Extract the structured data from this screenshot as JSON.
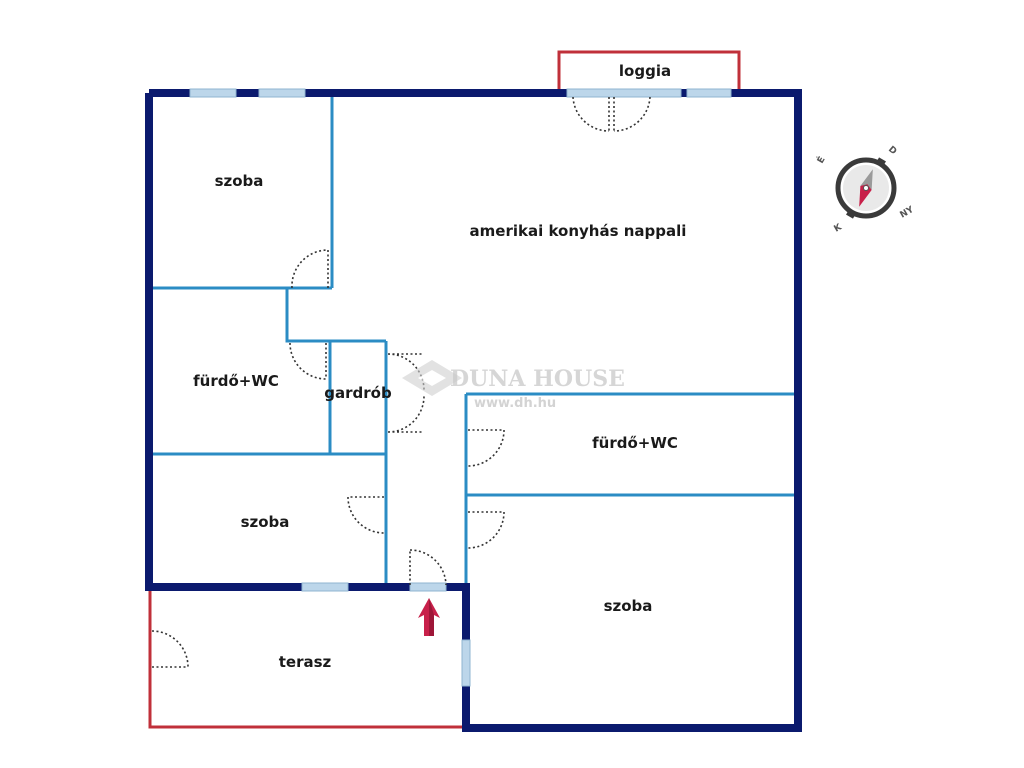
{
  "colors": {
    "outer_wall": "#0b1a6e",
    "inner_wall": "#2b8cc4",
    "outdoor_wall": "#c0303a",
    "window": "#bcd6ea",
    "arrow": "#c8204a"
  },
  "rooms": {
    "loggia": "loggia",
    "living_kitchen": "amerikai konyhás nappali",
    "bedroom_top_left": "szoba",
    "bathroom_left": "fürdő+WC",
    "wardrobe": "gardrób",
    "bathroom_right": "fürdő+WC",
    "bedroom_middle_left": "szoba",
    "bedroom_bottom_right": "szoba",
    "terrace": "terasz"
  },
  "watermark": {
    "brand": "DUNA HOUSE",
    "url": "www.dh.hu"
  },
  "compass": {
    "north": "É",
    "east": "K",
    "south": "D",
    "west": "NY",
    "north_east_mark": "É"
  },
  "icons": {
    "entrance": "entrance-arrow-icon",
    "compass": "compass-icon"
  }
}
